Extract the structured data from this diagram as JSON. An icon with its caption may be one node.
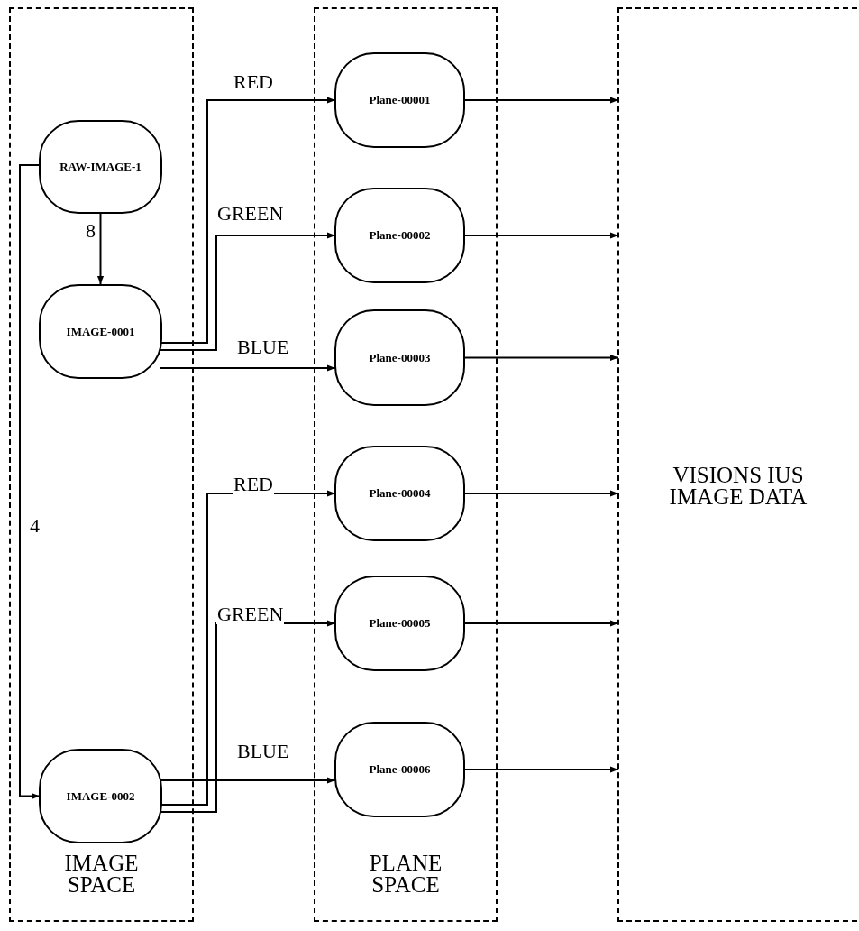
{
  "diagram": {
    "nodes": [
      {
        "text": [
          "IMAGE SPACE"
        ]
      },
      {
        "text": [
          "RAW-IMAGE-1"
        ],
        "in": 0
      },
      {
        "text": [
          "IMAGE-0001"
        ],
        "in": 0
      },
      {
        "text": [
          "IMAGE-0002"
        ],
        "in": 0
      },
      {
        "text": [
          "PLANE SPACE"
        ]
      },
      {
        "text": [
          "Plane-00001"
        ],
        "in": 4
      },
      {
        "text": [
          "Plane-00002"
        ],
        "in": 4
      },
      {
        "text": [
          "Plane-00003"
        ],
        "in": 4
      },
      {
        "text": [
          "Plane-00004"
        ],
        "in": 4
      },
      {
        "text": [
          "Plane-00005"
        ],
        "in": 4
      },
      {
        "text": [
          "Plane-00006"
        ],
        "in": 4
      },
      {
        "text": [
          "VISIONS IUS IMAGE DATA"
        ]
      }
    ],
    "edges": [
      {
        "from": 1,
        "to": 2,
        "arrow": "to",
        "label": "8"
      },
      {
        "from": 1,
        "to": 3,
        "arrow": "to",
        "label": "4"
      },
      {
        "from": 2,
        "to": 5,
        "arrow": "to",
        "label": "RED"
      },
      {
        "from": 2,
        "to": 6,
        "arrow": "to",
        "label": "GREEN"
      },
      {
        "from": 2,
        "to": 7,
        "arrow": "to",
        "label": "BLUE"
      },
      {
        "from": 3,
        "to": 8,
        "arrow": "to",
        "label": "RED"
      },
      {
        "from": 3,
        "to": 9,
        "arrow": "to",
        "label": "GREEN"
      },
      {
        "from": 3,
        "to": 10,
        "arrow": "to",
        "label": "BLUE"
      },
      {
        "from": 5,
        "to": 11,
        "arrow": "to"
      },
      {
        "from": 6,
        "to": 11,
        "arrow": "to"
      },
      {
        "from": 7,
        "to": 11,
        "arrow": "to"
      },
      {
        "from": 8,
        "to": 11,
        "arrow": "to"
      },
      {
        "from": 9,
        "to": 11,
        "arrow": "to"
      },
      {
        "from": 10,
        "to": 11,
        "arrow": "to"
      }
    ]
  }
}
